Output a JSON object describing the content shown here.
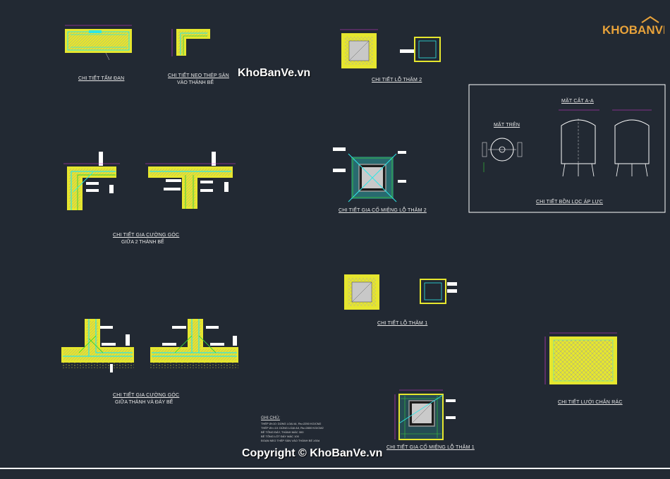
{
  "watermarks": {
    "site": "KhoBanVe.vn",
    "copyright": "Copyright © KhoBanVe.vn",
    "logo_text": "KHOBANVE"
  },
  "captions": {
    "tam_dan": "CHI TIẾT TẤM ĐAN",
    "neo_thep": "CHI TIẾT NEO THÉP SÀN",
    "neo_thep_sub": "VÀO THÀNH BỂ",
    "lo_tham_2": "CHI TIẾT LỖ THĂM 2",
    "gia_co_mieng_2": "CHI TIẾT GIA CỐ MIỆNG LỖ THĂM 2",
    "bon_loc": "CHI TIẾT BỒN LỌC ÁP LỰC",
    "mat_cat": "MẶT CẮT A-A",
    "mat_tren": "MẶT TRÊN",
    "goc_2_thanh": "CHI TIẾT GIA CƯỜNG GÓC",
    "goc_2_thanh_sub": "GIỮA 2 THÀNH BỂ",
    "lo_tham_1": "CHI TIẾT LỖ THĂM 1",
    "goc_thanh_day": "CHI TIẾT GIA CƯỜNG GÓC",
    "goc_thanh_day_sub": "GIỮA THÀNH VÀ ĐÁY BỂ",
    "gia_co_mieng_1": "CHI TIẾT GIA CỐ MIỆNG LỖ THĂM 1",
    "luoi_chan_rac": "CHI TIẾT LƯỚI CHẮN RÁC",
    "ghi_chu": "GHI CHÚ:"
  },
  "notes": [
    "THÉP Ø<10: DÙNG LOẠI AI, Rs=2250 KG/CM2",
    "THÉP Ø>=10: DÙNG LOẠI AII, Rs=2800 KG/CM2",
    "BÊ TÔNG ĐÁY, THÀNH MÁC 300",
    "BÊ TÔNG LÓT ĐÁY MÁC 100",
    "ĐOẠN NEO THÉP SÀN VÀO THÀNH BỂ ≥30d"
  ],
  "colors": {
    "background": "#222933",
    "concrete": "#e6e62e",
    "rebar": "#2ee6e6",
    "green": "#3ad03a",
    "magenta": "#e03ae0",
    "frame": "#ffffff",
    "hatch": "#b0b0b0"
  }
}
